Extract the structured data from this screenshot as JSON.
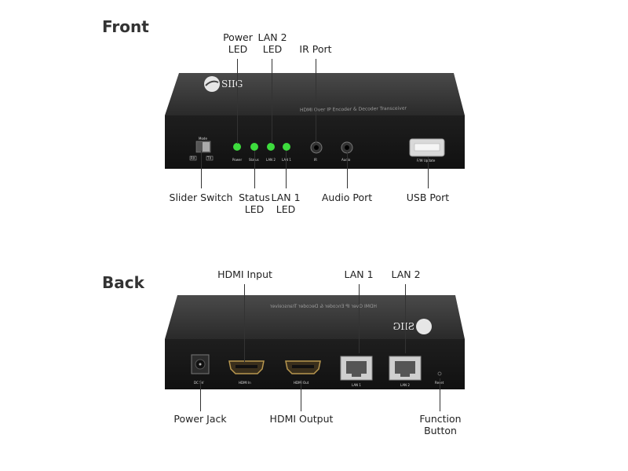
{
  "front": {
    "title": "Front",
    "device": {
      "brand": "SIIG",
      "subtitle": "HDMI Over IP Encoder & Decoder Transceiver",
      "mode_label": "Mode",
      "rx_label": "RX",
      "tx_label": "TX",
      "led_labels": [
        "Power",
        "Status",
        "LAN 2",
        "LAN 1"
      ],
      "ir_label": "IR",
      "audio_label": "Audio",
      "fw_label": "F/W Update",
      "led_color": "#3ddc3d"
    },
    "callouts": {
      "power_led": [
        "Power",
        "LED"
      ],
      "lan2_led": [
        "LAN 2",
        "LED"
      ],
      "ir_port": "IR Port",
      "slider_switch": "Slider Switch",
      "status_led": [
        "Status",
        "LED"
      ],
      "lan1_led": [
        "LAN 1",
        "LED"
      ],
      "audio_port": "Audio Port",
      "usb_port": "USB Port"
    }
  },
  "back": {
    "title": "Back",
    "device": {
      "brand": "SIIG",
      "subtitle": "HDMI Over IP Encoder & Decoder Transceiver",
      "dc_label": "DC 5V",
      "hdmi_in_label": "HDMI In",
      "hdmi_out_label": "HDMI Out",
      "lan1_label": "LAN 1",
      "lan2_label": "LAN 2",
      "reset_label": "Reset"
    },
    "callouts": {
      "hdmi_input": "HDMI Input",
      "lan1": "LAN 1",
      "lan2": "LAN 2",
      "power_jack": "Power Jack",
      "hdmi_output": "HDMI Output",
      "function_button": [
        "Function",
        "Button"
      ]
    }
  }
}
